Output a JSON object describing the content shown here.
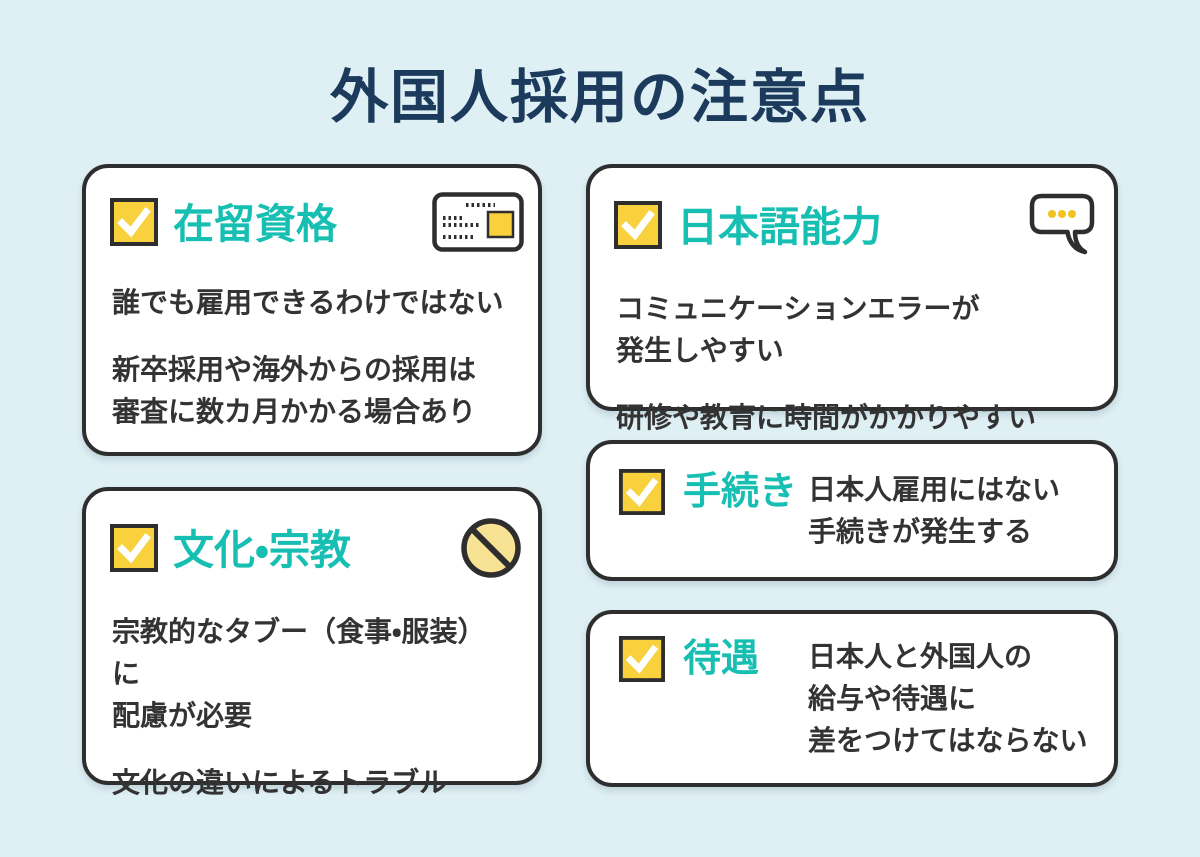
{
  "title": "外国人採用の注意点",
  "colors": {
    "background": "#DFF0F5",
    "card_background": "#FFFFFF",
    "border_dark": "#2E2E2E",
    "title_navy": "#1B3A5C",
    "heading_teal": "#17BFB3",
    "check_yellow": "#F8D13C",
    "prohibition_fill": "#F8E294",
    "body_text": "#333333"
  },
  "cards": [
    {
      "heading": "在留資格",
      "icon": "residence-card-icon",
      "paragraphs": [
        "誰でも雇用できるわけではない",
        "新卒採用や海外からの採用は\n審査に数カ月かかる場合あり"
      ]
    },
    {
      "heading": "日本語能力",
      "icon": "speech-bubble-icon",
      "paragraphs": [
        "コミュニケーションエラーが\n発生しやすい",
        "研修や教育に時間がかかりやすい"
      ]
    },
    {
      "heading": "文化・宗教",
      "icon": "prohibition-icon",
      "paragraphs": [
        "宗教的なタブー（食事・服装）に\n配慮が必要",
        "文化の違いによるトラブル"
      ]
    },
    {
      "heading": "手続き",
      "icon": null,
      "side_text": "日本人雇用にはない\n手続きが発生する"
    },
    {
      "heading": "待遇",
      "icon": null,
      "side_text": "日本人と外国人の\n給与や待遇に\n差をつけてはならない"
    }
  ]
}
